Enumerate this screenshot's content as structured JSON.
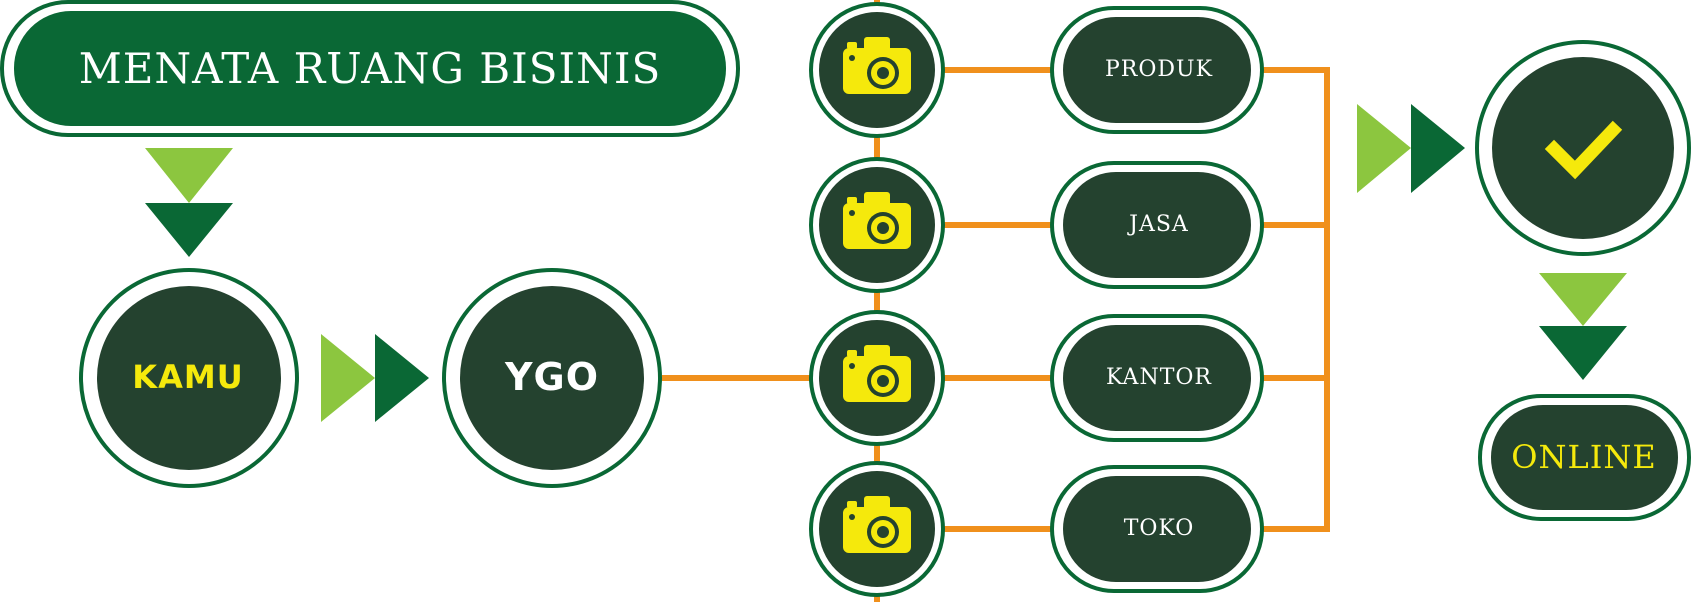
{
  "title": "MENATA RUANG BISINIS",
  "start": "KAMU",
  "hub": "YGO",
  "categories": [
    {
      "label": "PRODUK"
    },
    {
      "label": "JASA"
    },
    {
      "label": "KANTOR"
    },
    {
      "label": "TOKO"
    }
  ],
  "result_icon": "checkmark-icon",
  "end": "ONLINE",
  "colors": {
    "dark_green": "#0a6835",
    "node_fill": "#24422f",
    "light_green": "#8cc63f",
    "connector_orange": "#f0901c",
    "highlight_yellow": "#f5e90c",
    "white": "#ffffff"
  },
  "icons": {
    "node_icon": "camera-icon",
    "arrow_icon": "triangle-arrow-icon"
  }
}
